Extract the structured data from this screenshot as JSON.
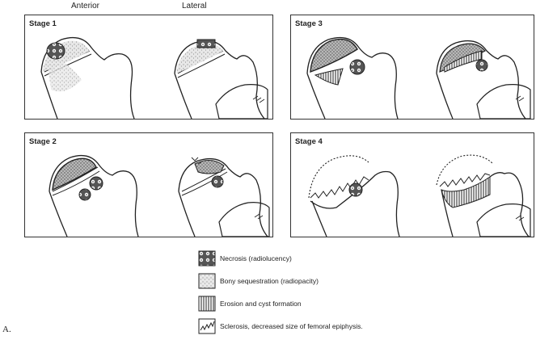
{
  "columns": {
    "anterior": "Anterior",
    "lateral": "Lateral"
  },
  "stages": [
    {
      "title": "Stage 1"
    },
    {
      "title": "Stage 2"
    },
    {
      "title": "Stage 3"
    },
    {
      "title": "Stage 4"
    }
  ],
  "legend": [
    {
      "label": "Necrosis (radiolucency)",
      "pattern": "cross-hatch"
    },
    {
      "label": "Bony sequestration (radiopacity)",
      "pattern": "stipple"
    },
    {
      "label": "Erosion and cyst formation",
      "pattern": "vertical-lines"
    },
    {
      "label": "Sclerosis, decreased size of femoral epiphysis.",
      "pattern": "zigzag"
    }
  ],
  "figure_label": "A."
}
